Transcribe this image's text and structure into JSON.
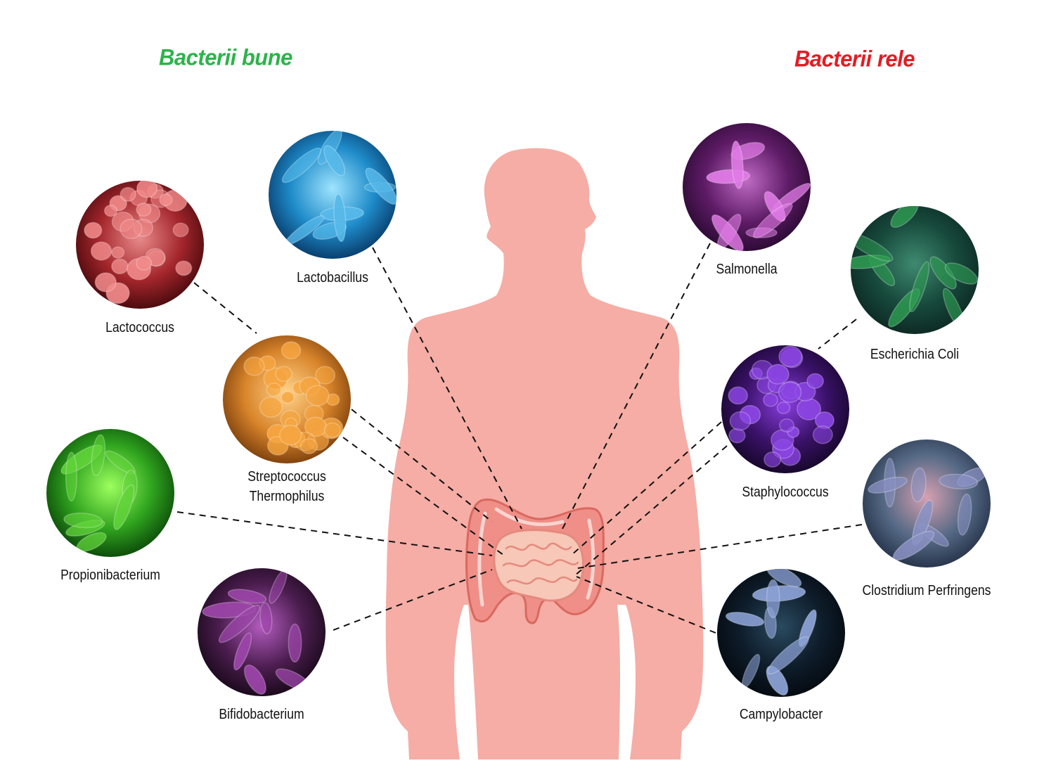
{
  "headings": {
    "good": {
      "text": "Bacterii bune",
      "color": "#2db34a"
    },
    "bad": {
      "text": "Bacterii rele",
      "color": "#e21d25"
    }
  },
  "body_color": "#f5ada5",
  "gut_color": "#ef8f88",
  "good_bacteria": [
    {
      "name": "Lactobacillus",
      "lines": [
        "Lactobacillus"
      ],
      "colors": [
        "#9fe4ff",
        "#1e8bc9",
        "#052f5c"
      ],
      "microbe": "#57b9ea"
    },
    {
      "name": "Lactococcus",
      "lines": [
        "Lactococcus"
      ],
      "colors": [
        "#e88a8a",
        "#a3262c",
        "#3a0508"
      ],
      "microbe": "#f18a8a"
    },
    {
      "name": "Streptococcus Thermophilus",
      "lines": [
        "Streptococcus",
        "Thermophilus"
      ],
      "colors": [
        "#ffd38a",
        "#d9852b",
        "#6e3508"
      ],
      "microbe": "#f5a540"
    },
    {
      "name": "Propionibacterium",
      "lines": [
        "Propionibacterium"
      ],
      "colors": [
        "#9dff5f",
        "#2fa31e",
        "#063b06"
      ],
      "microbe": "#62d43a"
    },
    {
      "name": "Bifidobacterium",
      "lines": [
        "Bifidobacterium"
      ],
      "colors": [
        "#b45cc0",
        "#4b1d4f",
        "#120612"
      ],
      "microbe": "#9b45a8"
    }
  ],
  "bad_bacteria": [
    {
      "name": "Salmonella",
      "lines": [
        "Salmonella"
      ],
      "colors": [
        "#c06bc5",
        "#5e1b66",
        "#22082a"
      ],
      "microbe": "#e07ae5"
    },
    {
      "name": "Escherichia Coli",
      "lines": [
        "Escherichia Coli"
      ],
      "colors": [
        "#3f8a70",
        "#174a3c",
        "#0b2420"
      ],
      "microbe": "#2e9b52"
    },
    {
      "name": "Staphylococcus",
      "lines": [
        "Staphylococcus"
      ],
      "colors": [
        "#8a3ee0",
        "#3a1168",
        "#100620"
      ],
      "microbe": "#8b45e3"
    },
    {
      "name": "Clostridium Perfringens",
      "lines": [
        "Clostridium Perfringens"
      ],
      "colors": [
        "#d6a0b0",
        "#566a86",
        "#1e2a40"
      ],
      "microbe": "#8a92c4"
    },
    {
      "name": "Campylobacter",
      "lines": [
        "Campylobacter"
      ],
      "colors": [
        "#2a4a60",
        "#0e1c2a",
        "#03070c"
      ],
      "microbe": "#8aa0d4"
    }
  ]
}
